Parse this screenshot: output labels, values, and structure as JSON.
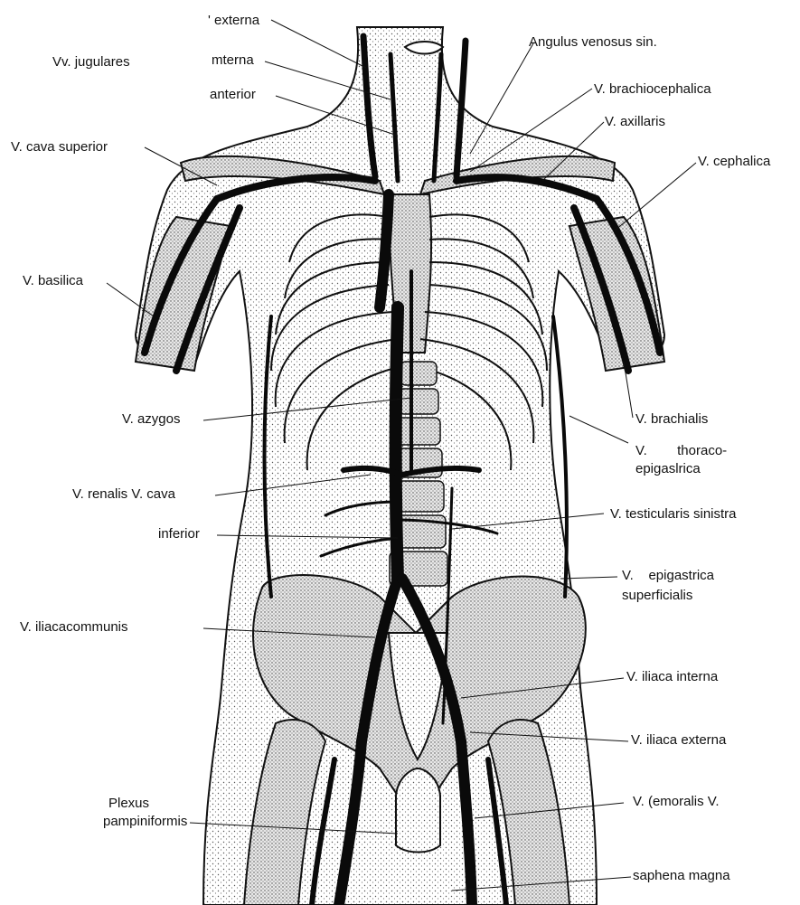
{
  "labels": {
    "jugulares": "Vv. jugulares",
    "externa": "' externa",
    "interna": "mterna",
    "anterior": "anterior",
    "angulus": "Angulus venosus sin.",
    "brachiocephalica": "V. brachiocephalica",
    "axillaris": "V. axillaris",
    "cava_superior": "V. cava superior",
    "cephalica": "V. cephalica",
    "basilica": "V. basilica",
    "azygos": "V. azygos",
    "brachialis": "V. brachialis",
    "thoraco_1": "V.        thoraco-",
    "thoraco_2": "epigaslrica",
    "renalis": "V. renalis V. cava",
    "inferior": "inferior",
    "testicularis": "V. testicularis sinistra",
    "epigastrica_1": "V.    epigastrica",
    "epigastrica_2": "superficialis",
    "iliacacommunis": "V. iliacacommunis",
    "iliaca_interna": "V. iliaca interna",
    "iliaca_externa": "V. iliaca externa",
    "plexus_1": "Plexus",
    "plexus_2": "pampiniformis",
    "femoralis": "V. (emoralis V.",
    "saphena": "saphena magna"
  },
  "colors": {
    "ink": "#111111",
    "stipple": "#cfcfcf",
    "vein": "#0a0a0a",
    "background": "#ffffff"
  }
}
